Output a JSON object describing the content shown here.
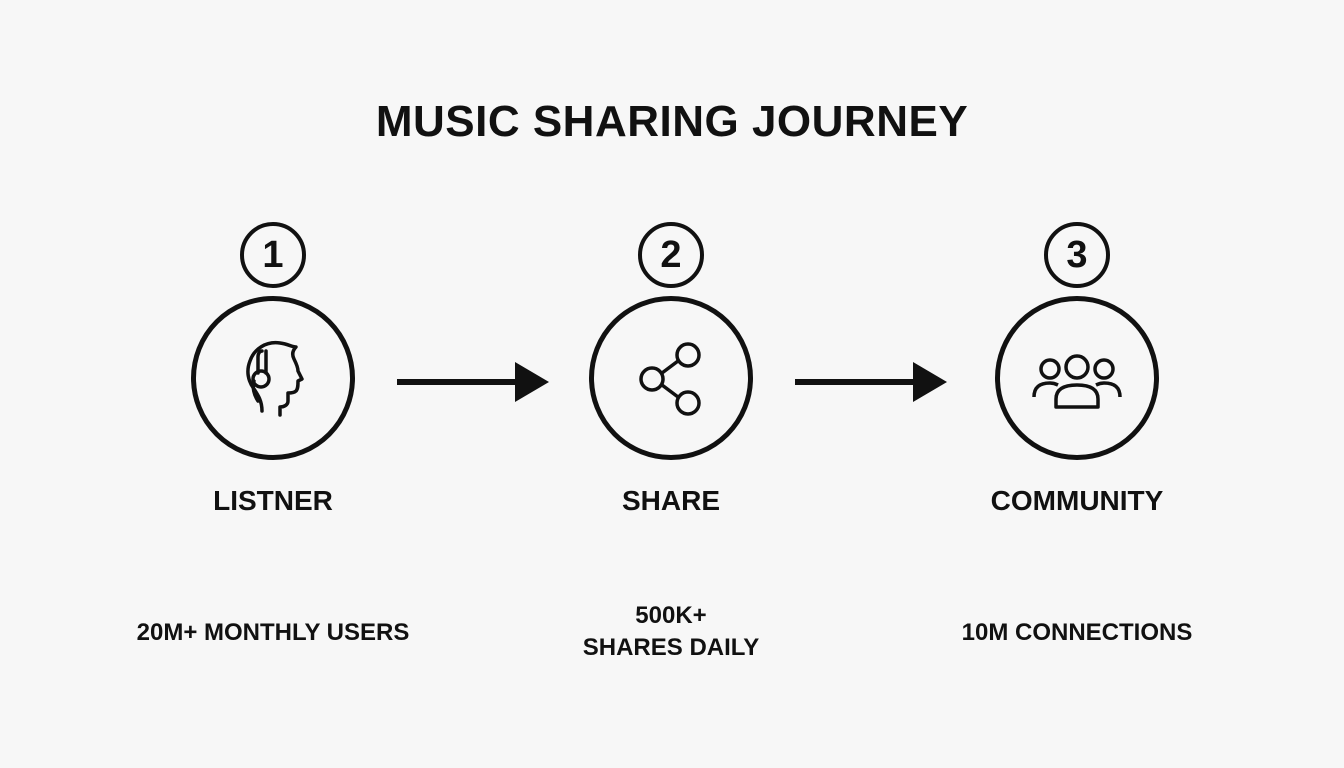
{
  "title": "MUSIC SHARING JOURNEY",
  "steps": [
    {
      "number": "1",
      "icon": "listener-headphones-icon",
      "label": "LISTNER",
      "stat": "20M+ MONTHLY USERS"
    },
    {
      "number": "2",
      "icon": "share-icon",
      "label": "SHARE",
      "stat": "500K+\nSHARES DAILY"
    },
    {
      "number": "3",
      "icon": "community-group-icon",
      "label": "COMMUNITY",
      "stat": "10M CONNECTIONS"
    }
  ],
  "colors": {
    "ink": "#111111",
    "background": "#f7f7f7"
  }
}
